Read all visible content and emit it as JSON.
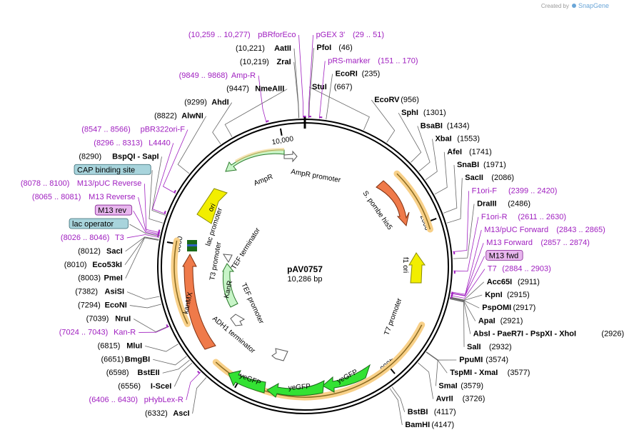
{
  "credit": {
    "created_by": "Created by",
    "brand": "SnapGene"
  },
  "plasmid": {
    "name": "pAV0757",
    "size_label": "10,286 bp",
    "length": 10286
  },
  "colors": {
    "primer": "#a020c0",
    "ampr": "#c8f5c8",
    "kanr": "#c8f5c8",
    "kanmx": "#ef7a4a",
    "his5": "#ef7a4a",
    "ori": "#f2ee00",
    "f1ori": "#f2ee00",
    "yegfp": "#33e233",
    "promoter": "#ffffff",
    "orf_band": "#f8d088",
    "primer_box": "#e8b6ee",
    "protein_bind_box": "#a8d4dc"
  },
  "ticks": [
    {
      "pos": 2000,
      "label": "2000"
    },
    {
      "pos": 4000,
      "label": "4000"
    },
    {
      "pos": 6000,
      "label": "6000"
    },
    {
      "pos": 8000,
      "label": "8000"
    },
    {
      "pos": 10000,
      "label": "10,000"
    }
  ],
  "enzymes": [
    {
      "name": "PfoI",
      "pos": "(46)",
      "p": 46,
      "side": "right"
    },
    {
      "name": "EcoRI",
      "pos": "(235)",
      "p": 235,
      "side": "right"
    },
    {
      "name": "StuI",
      "pos": "(667)",
      "p": 667,
      "side": "right"
    },
    {
      "name": "EcoRV",
      "pos": "(956)",
      "p": 956,
      "side": "right"
    },
    {
      "name": "SphI",
      "pos": "(1301)",
      "p": 1301,
      "side": "right"
    },
    {
      "name": "BsaBI",
      "pos": "(1434)",
      "p": 1434,
      "side": "right"
    },
    {
      "name": "XbaI",
      "pos": "(1553)",
      "p": 1553,
      "side": "right"
    },
    {
      "name": "AfeI",
      "pos": "(1741)",
      "p": 1741,
      "side": "right"
    },
    {
      "name": "SnaBI",
      "pos": "(1971)",
      "p": 1971,
      "side": "right"
    },
    {
      "name": "SacII",
      "pos": "(2086)",
      "p": 2086,
      "side": "right"
    },
    {
      "name": "DraIII",
      "pos": "(2486)",
      "p": 2486,
      "side": "right"
    },
    {
      "name": "Acc65I",
      "pos": "(2911)",
      "p": 2911,
      "side": "right"
    },
    {
      "name": "KpnI",
      "pos": "(2915)",
      "p": 2915,
      "side": "right"
    },
    {
      "name": "PspOMI",
      "pos": "(2917)",
      "p": 2917,
      "side": "right"
    },
    {
      "name": "ApaI",
      "pos": "(2921)",
      "p": 2921,
      "side": "right"
    },
    {
      "name": "AbsI - PaeR7I - PspXI - XhoI",
      "pos": "(2926)",
      "p": 2926,
      "side": "right"
    },
    {
      "name": "SalI",
      "pos": "(2932)",
      "p": 2932,
      "side": "right"
    },
    {
      "name": "PpuMI",
      "pos": "(3574)",
      "p": 3574,
      "side": "right"
    },
    {
      "name": "TspMI - XmaI",
      "pos": "(3577)",
      "p": 3577,
      "side": "right"
    },
    {
      "name": "SmaI",
      "pos": "(3579)",
      "p": 3579,
      "side": "right"
    },
    {
      "name": "AvrII",
      "pos": "(3726)",
      "p": 3726,
      "side": "right"
    },
    {
      "name": "BstBI",
      "pos": "(4117)",
      "p": 4117,
      "side": "right"
    },
    {
      "name": "BamHI",
      "pos": "(4147)",
      "p": 4147,
      "side": "right"
    },
    {
      "name": "AscI",
      "pos": "(6332)",
      "p": 6332,
      "side": "left"
    },
    {
      "name": "I-SceI",
      "pos": "(6556)",
      "p": 6556,
      "side": "left"
    },
    {
      "name": "BstEII",
      "pos": "(6598)",
      "p": 6598,
      "side": "left"
    },
    {
      "name": "BmgBI",
      "pos": "(6651)",
      "p": 6651,
      "side": "left"
    },
    {
      "name": "MluI",
      "pos": "(6815)",
      "p": 6815,
      "side": "left"
    },
    {
      "name": "NruI",
      "pos": "(7039)",
      "p": 7039,
      "side": "left"
    },
    {
      "name": "EcoNI",
      "pos": "(7294)",
      "p": 7294,
      "side": "left"
    },
    {
      "name": "AsiSI",
      "pos": "(7382)",
      "p": 7382,
      "side": "left"
    },
    {
      "name": "PmeI",
      "pos": "(8003)",
      "p": 8003,
      "side": "left"
    },
    {
      "name": "Eco53kI",
      "pos": "(8010)",
      "p": 8010,
      "side": "left"
    },
    {
      "name": "SacI",
      "pos": "(8012)",
      "p": 8012,
      "side": "left"
    },
    {
      "name": "BspQI - SapI",
      "pos": "(8290)",
      "p": 8290,
      "side": "left"
    },
    {
      "name": "AlwNI",
      "pos": "(8822)",
      "p": 8822,
      "side": "left"
    },
    {
      "name": "AhdI",
      "pos": "(9299)",
      "p": 9299,
      "side": "left"
    },
    {
      "name": "NmeAIII",
      "pos": "(9447)",
      "p": 9447,
      "side": "left"
    },
    {
      "name": "ZraI",
      "pos": "(10,219)",
      "p": 10219,
      "side": "left"
    },
    {
      "name": "AatII",
      "pos": "(10,221)",
      "p": 10221,
      "side": "left"
    }
  ],
  "primers": [
    {
      "name": "pBRforEco",
      "pos": "(10,259 .. 10,277)",
      "p": 10268,
      "side": "left",
      "boxed": false
    },
    {
      "name": "pGEX 3'",
      "pos": "(29 .. 51)",
      "p": 40,
      "side": "right",
      "boxed": false
    },
    {
      "name": "pRS-marker",
      "pos": "(151 .. 170)",
      "p": 160,
      "side": "right",
      "boxed": false
    },
    {
      "name": "Amp-R",
      "pos": "(9849 .. 9868)",
      "p": 9858,
      "side": "left",
      "boxed": false
    },
    {
      "name": "pBR322ori-F",
      "pos": "(8547 .. 8566)",
      "p": 8556,
      "side": "left",
      "boxed": false
    },
    {
      "name": "L4440",
      "pos": "(8296 .. 8313)",
      "p": 8304,
      "side": "left",
      "boxed": false
    },
    {
      "name": "M13/pUC Reverse",
      "pos": "(8078 .. 8100)",
      "p": 8089,
      "side": "left",
      "boxed": false
    },
    {
      "name": "M13 Reverse",
      "pos": "(8065 .. 8081)",
      "p": 8073,
      "side": "left",
      "boxed": false
    },
    {
      "name": "M13 rev",
      "pos": "",
      "p": 8060,
      "side": "left",
      "boxed": true
    },
    {
      "name": "T3",
      "pos": "(8026 .. 8046)",
      "p": 8036,
      "side": "left",
      "boxed": false
    },
    {
      "name": "Kan-R",
      "pos": "(7024 .. 7043)",
      "p": 7033,
      "side": "left",
      "boxed": false
    },
    {
      "name": "pHybLex-R",
      "pos": "(6406 .. 6430)",
      "p": 6418,
      "side": "left",
      "boxed": false
    },
    {
      "name": "F1ori-F",
      "pos": "(2399 .. 2420)",
      "p": 2410,
      "side": "right",
      "boxed": false
    },
    {
      "name": "F1ori-R",
      "pos": "(2611 .. 2630)",
      "p": 2620,
      "side": "right",
      "boxed": false
    },
    {
      "name": "M13/pUC Forward",
      "pos": "(2843 .. 2865)",
      "p": 2854,
      "side": "right",
      "boxed": false
    },
    {
      "name": "M13 Forward",
      "pos": "(2857 .. 2874)",
      "p": 2865,
      "side": "right",
      "boxed": false
    },
    {
      "name": "M13 fwd",
      "pos": "",
      "p": 2870,
      "side": "right",
      "boxed": true
    },
    {
      "name": "T7",
      "pos": "(2884 .. 2903)",
      "p": 2893,
      "side": "right",
      "boxed": false
    }
  ],
  "protein_binding": [
    {
      "name": "CAP binding site",
      "p": 8200
    },
    {
      "name": "lac operator",
      "p": 8050
    }
  ],
  "features": [
    {
      "name": "AmpR promoter",
      "kind": "promoter"
    },
    {
      "name": "AmpR",
      "kind": "cds"
    },
    {
      "name": "ori",
      "kind": "origin"
    },
    {
      "name": "S. pombe his5",
      "kind": "cds"
    },
    {
      "name": "f1 ori",
      "kind": "origin"
    },
    {
      "name": "T7 promoter",
      "kind": "promoter"
    },
    {
      "name": "yeGFP",
      "kind": "cds"
    },
    {
      "name": "yeGFP",
      "kind": "cds"
    },
    {
      "name": "yeGFP",
      "kind": "cds"
    },
    {
      "name": "ADH1 terminator",
      "kind": "terminator"
    },
    {
      "name": "kanMX",
      "kind": "cds"
    },
    {
      "name": "KanR",
      "kind": "cds"
    },
    {
      "name": "TEF promoter",
      "kind": "promoter"
    },
    {
      "name": "TEF terminator",
      "kind": "terminator"
    },
    {
      "name": "T3 promoter",
      "kind": "promoter"
    },
    {
      "name": "lac promoter",
      "kind": "promoter"
    }
  ]
}
